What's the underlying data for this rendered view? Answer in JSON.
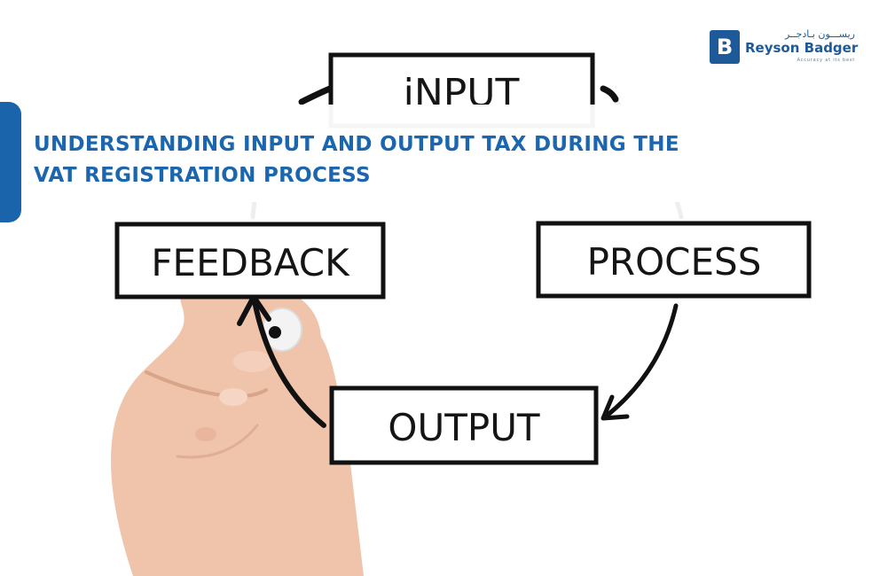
{
  "headline": {
    "line1": "UNDERSTANDING INPUT AND OUTPUT TAX DURING THE",
    "line2": "VAT REGISTRATION PROCESS"
  },
  "brand": {
    "arabic_name": "ريســـون بـادجــر",
    "name": "Reyson Badger",
    "tagline": "Accuracy at its best",
    "mark": "B"
  },
  "diagram": {
    "input": "iNPUT",
    "process": "PROCESS",
    "output": "OUTPUT",
    "feedback": "FEEDBACK"
  },
  "colors": {
    "accent": "#1a64ac",
    "brand": "#1e5a9a",
    "ink": "#151515"
  }
}
